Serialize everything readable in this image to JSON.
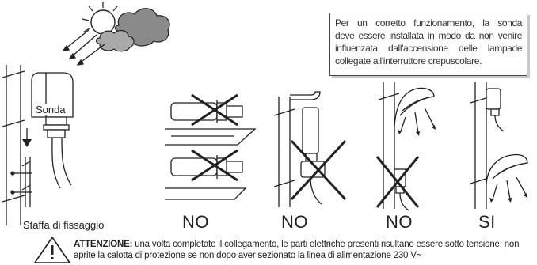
{
  "note": {
    "lines": [
      "Per un corretto funzionamento, la sonda",
      "deve essere installata in modo da non venire",
      "influenzata dall'accensione delle lampade",
      "collegate all'interruttore crepuscolare."
    ]
  },
  "labels": {
    "sonda": "Sonda",
    "staffa": "Staffa di fissaggio"
  },
  "verdicts": {
    "panel_1": "NO",
    "panel_2": "NO",
    "panel_3": "NO",
    "panel_4": "SI"
  },
  "warning": {
    "label": "ATTENZIONE:",
    "text": "una volta completato il collegamento, le parti elettriche presenti risultano essere sotto tensione; non aprite la calotta di protezione se non dopo aver sezionato la linea di alimentazione 230 V~"
  },
  "colors": {
    "line": "#222222",
    "cloud_fill": "#8a8a8a",
    "box_shadow": "#c9c9c9"
  }
}
